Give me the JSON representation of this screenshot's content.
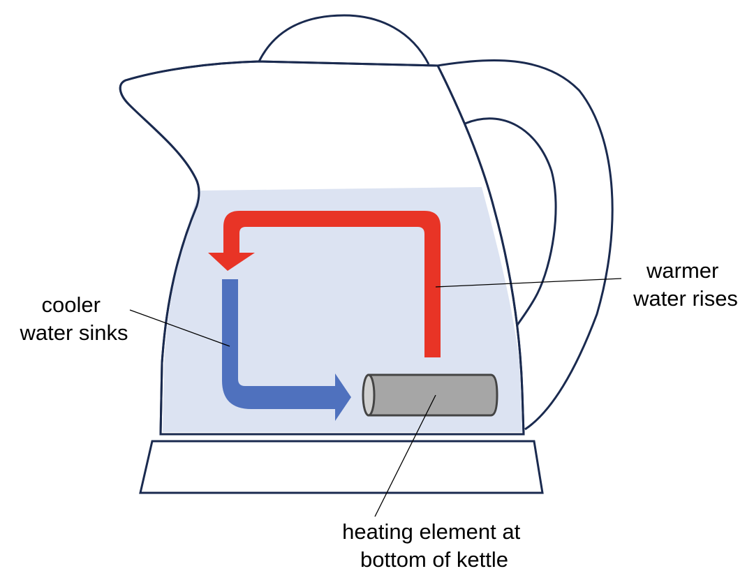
{
  "diagram": {
    "title": "Convection currents in a kettle",
    "labels": {
      "cooler": [
        "cooler",
        "water sinks"
      ],
      "warmer": [
        "warmer",
        "water rises"
      ],
      "heater": [
        "heating element at",
        "bottom of kettle"
      ]
    },
    "colors": {
      "outline": "#1a2a4f",
      "water": "#dce3f2",
      "hot_arrow": "#e83426",
      "cold_arrow": "#4f71be",
      "element_body": "#a6a6a6",
      "element_end": "#d0d0d0",
      "element_stroke": "#444444",
      "leader": "#000000"
    }
  }
}
